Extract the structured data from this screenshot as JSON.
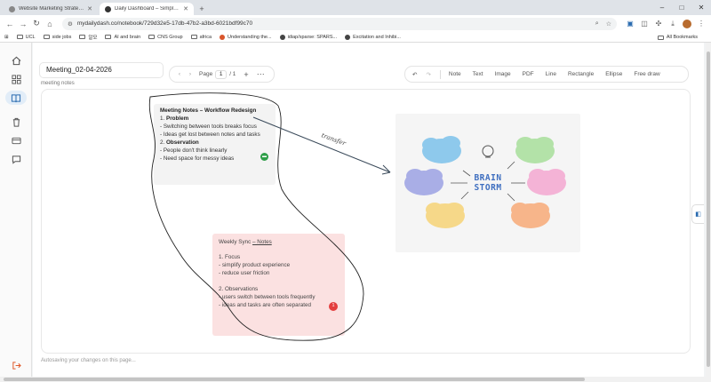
{
  "browser": {
    "tabs": [
      {
        "label": "Website Marketing Strategies",
        "active": false
      },
      {
        "label": "Daily Dashboard – Simple Life",
        "active": true
      }
    ],
    "url": "mydailydash.co/notebook/729d32e5-17db-47b2-a3bd-6021bdf99c70",
    "bookmarks": [
      "UCL",
      "side jobs",
      "알모",
      "AI and brain",
      "CNS Group",
      "africa",
      "Understanding the...",
      "idiap/sparse: SPARS...",
      "Excitation and Inhibi..."
    ],
    "all_bookmarks": "All Bookmarks"
  },
  "page": {
    "title": "Meeting_02-04-2026",
    "subtitle": "meeting notes",
    "pager": {
      "label": "Page",
      "current": "1",
      "total": "/ 1"
    },
    "tools": [
      "Note",
      "Text",
      "Image",
      "PDF",
      "Line",
      "Rectangle",
      "Ellipse",
      "Free draw"
    ],
    "status": "Autosaving your changes on this page..."
  },
  "note1": {
    "heading": "Meeting Notes – Workflow Redesign",
    "s1_num": "1.",
    "s1_title": "Problem",
    "s1_items": [
      "- Switching between tools breaks focus",
      "- Ideas get lost between notes and tasks"
    ],
    "s2_num": "2.",
    "s2_title": "Observation",
    "s2_items": [
      "- People don't think linearly",
      "- Need space for messy ideas"
    ]
  },
  "note2": {
    "title_a": "Weekly Sync ",
    "title_b": "– Notes",
    "s1": "1. Focus",
    "s1_items": [
      "- simplify product experience",
      "- reduce user friction"
    ],
    "s2": "2. Observations",
    "s2_items": [
      "- users switch between tools frequently",
      "- ideas and tasks are often separated"
    ],
    "badge": "1"
  },
  "annotation": {
    "arrow_label": "transfer"
  },
  "brainstorm": {
    "title_line1": "BRAIN",
    "title_line2": "STORM"
  },
  "colors": {
    "accent": "#2b6cb0",
    "note_pink": "#fbe1e1",
    "note_gray": "#f3f3f3",
    "badge_red": "#e43e3e",
    "badge_green": "#2e9e48"
  }
}
